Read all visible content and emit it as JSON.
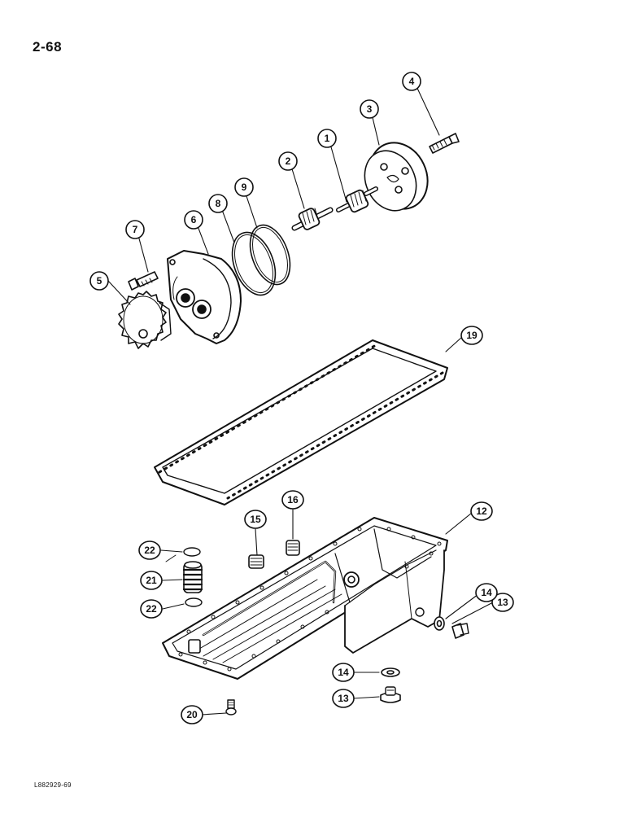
{
  "page": {
    "number": "2-68",
    "figure_code": "L882929-69"
  },
  "callouts": [
    {
      "id": "c1",
      "label": "1"
    },
    {
      "id": "c2",
      "label": "2"
    },
    {
      "id": "c3",
      "label": "3"
    },
    {
      "id": "c4",
      "label": "4"
    },
    {
      "id": "c5",
      "label": "5"
    },
    {
      "id": "c6",
      "label": "6"
    },
    {
      "id": "c7",
      "label": "7"
    },
    {
      "id": "c8",
      "label": "8"
    },
    {
      "id": "c9",
      "label": "9"
    },
    {
      "id": "c12",
      "label": "12"
    },
    {
      "id": "c13a",
      "label": "13"
    },
    {
      "id": "c13b",
      "label": "13"
    },
    {
      "id": "c14a",
      "label": "14"
    },
    {
      "id": "c14b",
      "label": "14"
    },
    {
      "id": "c15",
      "label": "15"
    },
    {
      "id": "c16",
      "label": "16"
    },
    {
      "id": "c19",
      "label": "19"
    },
    {
      "id": "c20",
      "label": "20"
    },
    {
      "id": "c21",
      "label": "21"
    },
    {
      "id": "c22a",
      "label": "22"
    },
    {
      "id": "c22b",
      "label": "22"
    }
  ]
}
